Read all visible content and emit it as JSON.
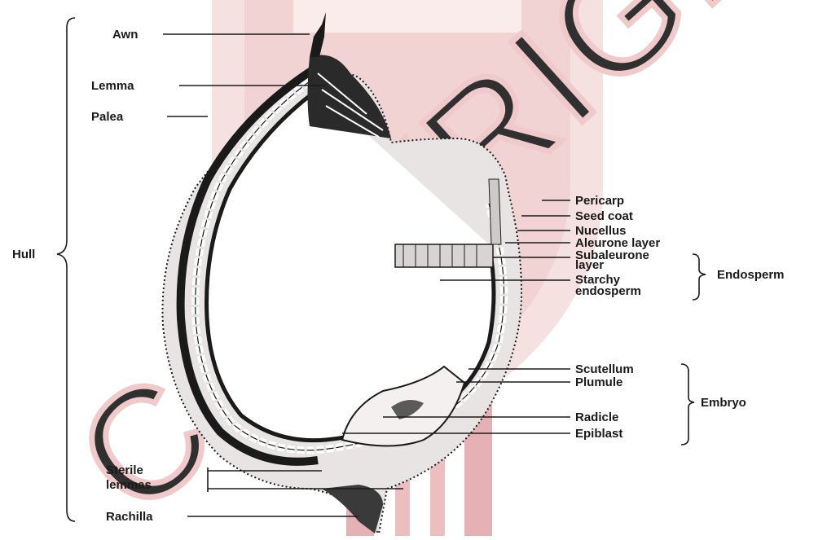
{
  "colors": {
    "watermark": "#b3242c",
    "ink": "#1a1a1a",
    "background": "#ffffff"
  },
  "watermark": {
    "text": "COPYRIGHT"
  },
  "labels": {
    "awn": "Awn",
    "lemma": "Lemma",
    "palea": "Palea",
    "hull": "Hull",
    "pericarp": "Pericarp",
    "seed_coat": "Seed coat",
    "nucellus": "Nucellus",
    "aleurone_layer": "Aleurone layer",
    "subaleurone_layer": [
      "Subaleurone",
      "layer"
    ],
    "starchy_endosperm": [
      "Starchy",
      "endosperm"
    ],
    "endosperm": "Endosperm",
    "scutellum": "Scutellum",
    "plumule": "Plumule",
    "radicle": "Radicle",
    "epiblast": "Epiblast",
    "embryo": "Embryo",
    "sterile_lemmas": [
      "Sterile",
      "lemmas"
    ],
    "rachilla": "Rachilla"
  }
}
